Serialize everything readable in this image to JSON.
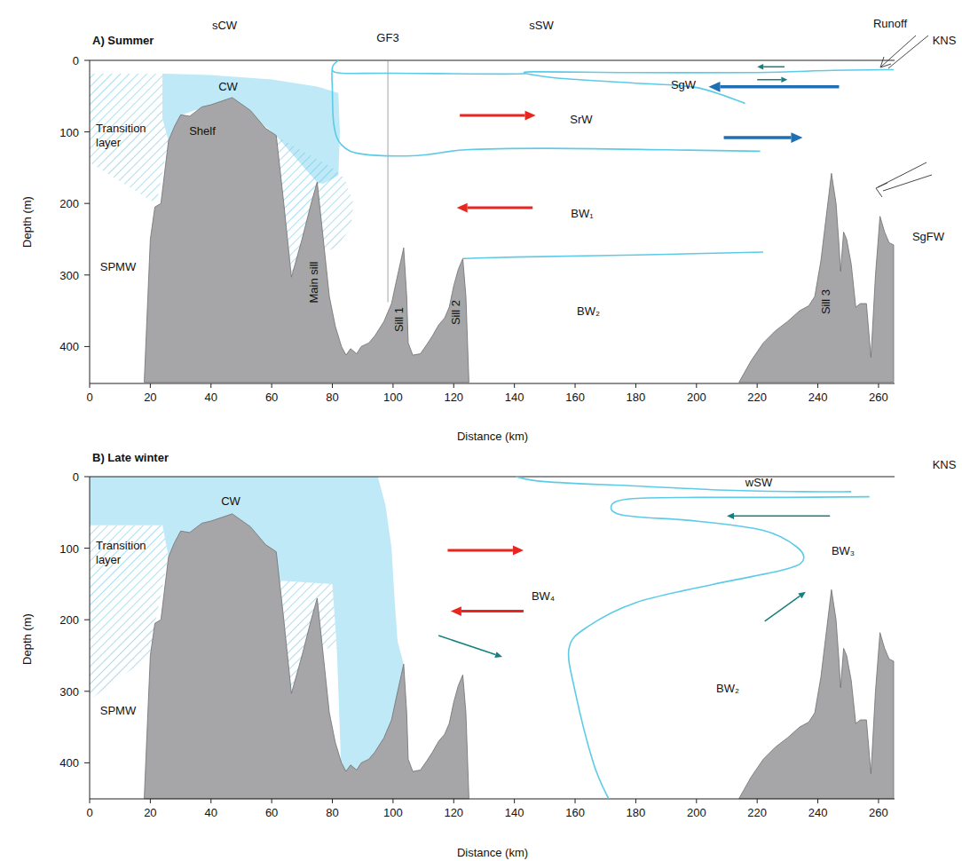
{
  "diagram": {
    "nodes": [
      {
        "text": [
          "CW"
        ]
      },
      {
        "text": [
          "Transition layer"
        ]
      },
      {
        "text": [
          "CW"
        ]
      },
      {
        "text": [
          "Transition layer"
        ]
      }
    ],
    "labels": [
      "A) Summer",
      "sCW",
      "GF3",
      "sSW",
      "Runoff",
      "KNS",
      "Shelf",
      "SPMW",
      "Main sill",
      "Sill 1",
      "Sill 2",
      "SgW",
      "SrW",
      "BW₁",
      "BW₂",
      "Sill 3",
      "SgFW",
      "Depth (m)",
      "0",
      "100",
      "200",
      "300",
      "400",
      "0",
      "20",
      "40",
      "60",
      "80",
      "100",
      "120",
      "140",
      "160",
      "180",
      "200",
      "220",
      "240",
      "260",
      "Distance (km)",
      "B) Late winter",
      "KNS",
      "wSW",
      "BW₃",
      "BW₄",
      "BW₂",
      "SPMW",
      "Depth (m)",
      "0",
      "100",
      "200",
      "300",
      "400",
      "0",
      "20",
      "40",
      "60",
      "80",
      "100",
      "120",
      "140",
      "160",
      "180",
      "200",
      "220",
      "240",
      "260",
      "Distance (km)"
    ]
  }
}
